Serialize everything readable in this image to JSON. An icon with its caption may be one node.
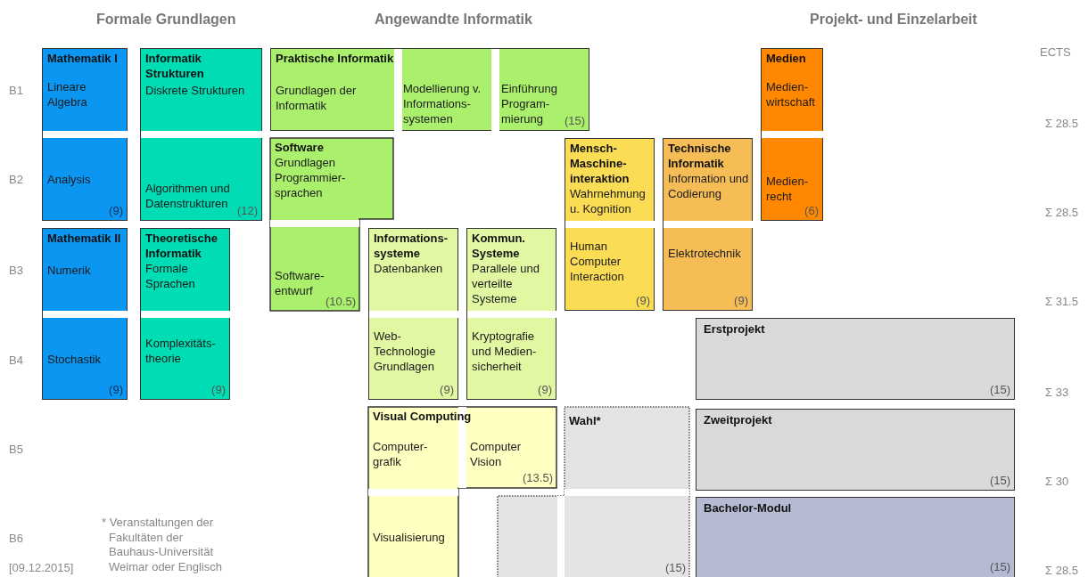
{
  "diagram": {
    "nodes": [
      {
        "text": [
          "Mathematik I",
          "Lineare Algebra",
          "Analysis",
          "(9)"
        ]
      },
      {
        "text": [
          "Informatik Strukturen",
          "Diskrete Strukturen",
          "Algorithmen und Datenstrukturen",
          "(12)"
        ]
      },
      {
        "text": [
          "Praktische Informatik",
          "Grundlagen der Informatik",
          "Modellierung v. Informations- systemen",
          "Einführung Program- mierung",
          "(15)"
        ]
      },
      {
        "text": [
          "Medien",
          "Medien- wirtschaft",
          "Medien- recht",
          "(6)"
        ]
      },
      {
        "text": [
          "Software",
          "Grundlagen Programmier- sprachen",
          "Software- entwurf",
          "(10.5)"
        ]
      },
      {
        "text": [
          "Mensch- Maschine- interaktion",
          "Wahrnehmung u. Kognition",
          "Human Computer Interaction",
          "(9)"
        ]
      },
      {
        "text": [
          "Technische Informatik",
          "Information und Codierung",
          "Elektrotechnik",
          "(9)"
        ]
      },
      {
        "text": [
          "Mathematik II",
          "Numerik",
          "Stochastik",
          "(9)"
        ]
      },
      {
        "text": [
          "Theoretische Informatik",
          "Formale Sprachen",
          "Komplexitäts- theorie",
          "(9)"
        ]
      },
      {
        "text": [
          "Informations- systeme",
          "Datenbanken",
          "Web- Technologie Grundlagen",
          "(9)"
        ]
      },
      {
        "text": [
          "Kommun. Systeme",
          "Parallele und verteilte Systeme",
          "Kryptografie und Medien- sicherheit",
          "(9)"
        ]
      },
      {
        "text": [
          "Erstprojekt",
          "(15)"
        ]
      },
      {
        "text": [
          "Visual Computing",
          "Computer- grafik",
          "Computer Vision",
          "(13.5)",
          "Visualisierung"
        ]
      },
      {
        "text": [
          "Wahl*",
          "(15)"
        ]
      },
      {
        "text": [
          "Zweitprojekt",
          "(15)"
        ]
      },
      {
        "text": [
          "Bachelor-Modul",
          "(15)"
        ]
      }
    ],
    "labels": [
      "Formale Grundlagen",
      "Angewandte Informatik",
      "Projekt- und Einzelarbeit",
      "ECTS",
      "B1",
      "Σ 28.5",
      "B2",
      "Σ 28.5",
      "B3",
      "Σ 31.5",
      "B4",
      "Σ 33",
      "B5",
      "Σ 30",
      "* Veranstaltungen der Fakultäten der Bauhaus-Universität Weimar oder Englisch",
      "B6",
      "Σ 28.5",
      "[09.12.2015]"
    ]
  }
}
